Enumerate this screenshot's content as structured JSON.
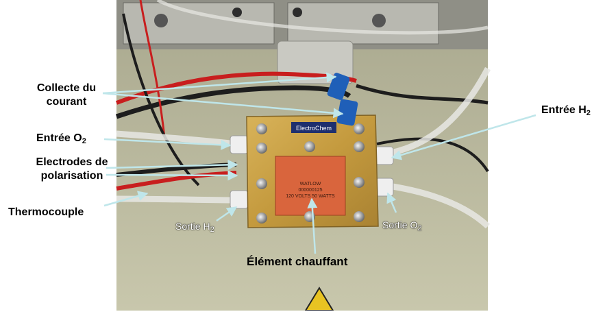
{
  "labels": {
    "collecte_line1": "Collecte du",
    "collecte_line2": "courant",
    "entree_o2_main": "Entrée O",
    "entree_o2_sub": "2",
    "electrodes_line1": "Electrodes de",
    "electrodes_line2": "polarisation",
    "thermocouple": "Thermocouple",
    "entree_h2_main": "Entrée H",
    "entree_h2_sub": "2",
    "sortie_h2_main": "Sortie H",
    "sortie_h2_sub": "2",
    "sortie_o2_main": "Sortie O",
    "sortie_o2_sub": "2",
    "element_chauffant": "Élément chauffant"
  },
  "photo_text": {
    "plate_logo": "ElectroChem",
    "heater_line1": "WATLOW",
    "heater_line2": "000000125",
    "heater_line3": "120 VOLTS 50 WATTS"
  },
  "colors": {
    "annotation_arrow": "#bfe6ea",
    "cell_plate": "#c9a045",
    "heater_pad": "#d9653d",
    "red_cable": "#c81e1e",
    "blue_clip": "#1f5fb8"
  }
}
